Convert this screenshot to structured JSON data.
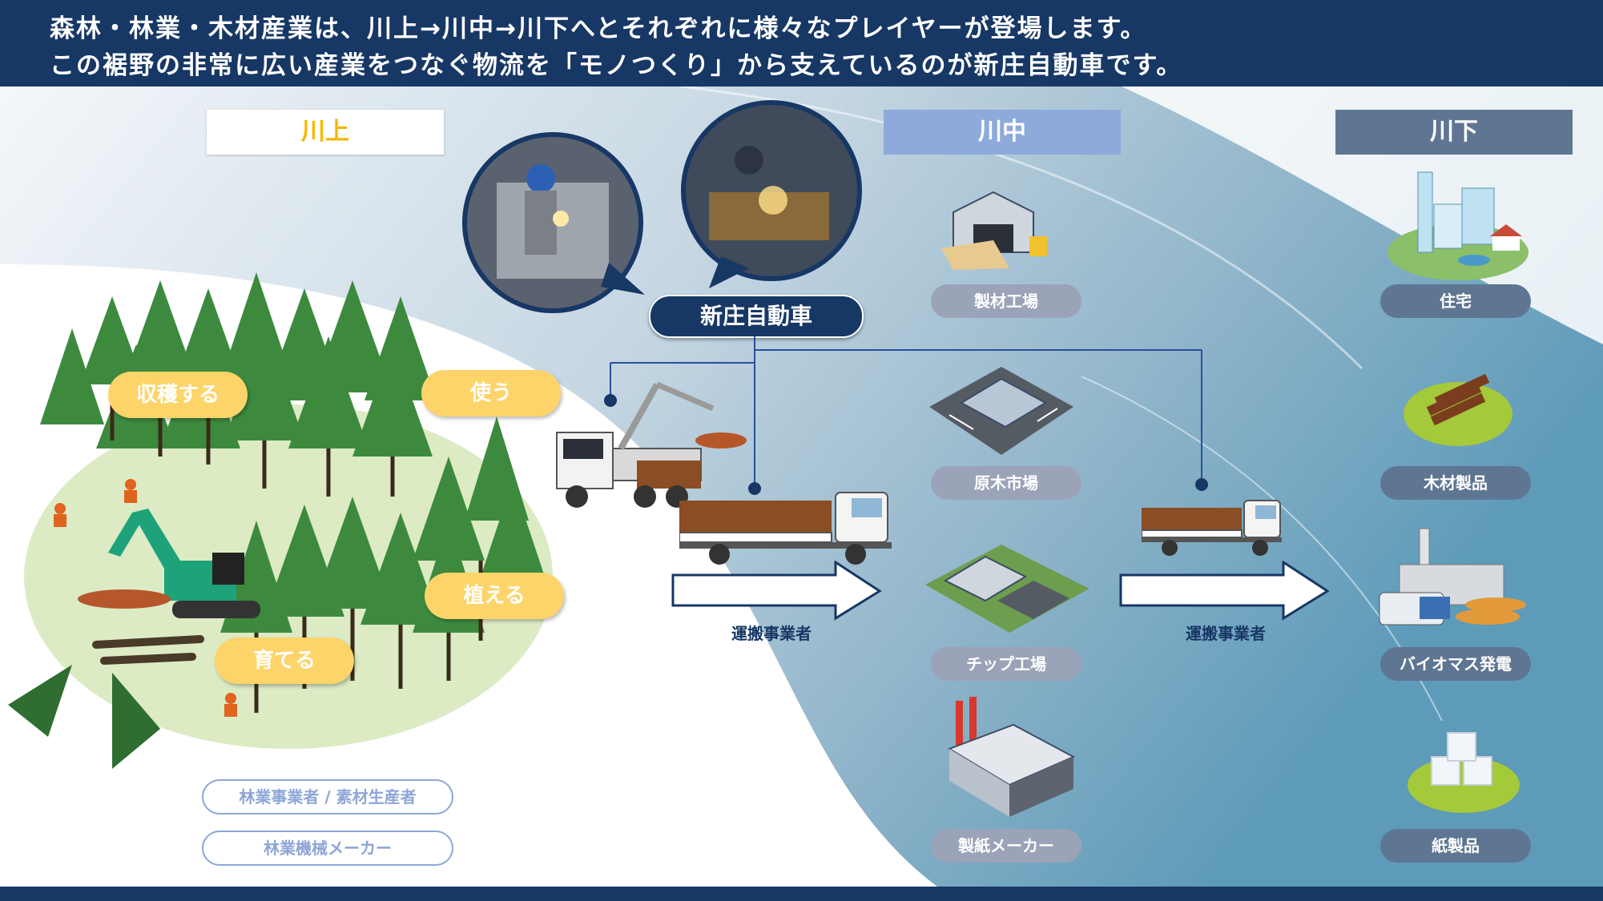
{
  "header": {
    "line1": "森林・林業・木材産業は、川上→川中→川下へとそれぞれに様々なプレイヤーが登場します。",
    "line2": "この裾野の非常に広い産業をつなぐ物流を「モノつくり」から支えているのが新庄自動車です。"
  },
  "stages": {
    "upstream": "川上",
    "midstream": "川中",
    "downstream": "川下"
  },
  "forest_cycle": {
    "harvest": "収穫する",
    "use": "使う",
    "plant": "植える",
    "grow": "育てる"
  },
  "upstream_players": [
    "林業事業者 / 素材生産者",
    "林業機械メーカー"
  ],
  "company": "新庄自動車",
  "carrier_label": "運搬事業者",
  "midstream_items": [
    "製材工場",
    "原木市場",
    "チップ工場",
    "製紙メーカー"
  ],
  "downstream_items": [
    "住宅",
    "木材製品",
    "バイオマス発電",
    "紙製品"
  ],
  "colors": {
    "navy": "#173765",
    "upstream_text": "#f5b800",
    "midstream_bg": "#8eaadb",
    "downstream_bg": "#5f7692",
    "bubble": "#fdd46a",
    "pill_gray": "#9ba3b8"
  },
  "icons": [
    "welder-photo",
    "welding-photo",
    "forest-icon",
    "excavator-icon",
    "crane-truck-icon",
    "log-truck-icon",
    "sawmill-icon",
    "log-market-icon",
    "chip-factory-icon",
    "paper-mill-icon",
    "city-icon",
    "lumber-icon",
    "biomass-plant-icon",
    "paper-products-icon",
    "arrow-icon"
  ]
}
